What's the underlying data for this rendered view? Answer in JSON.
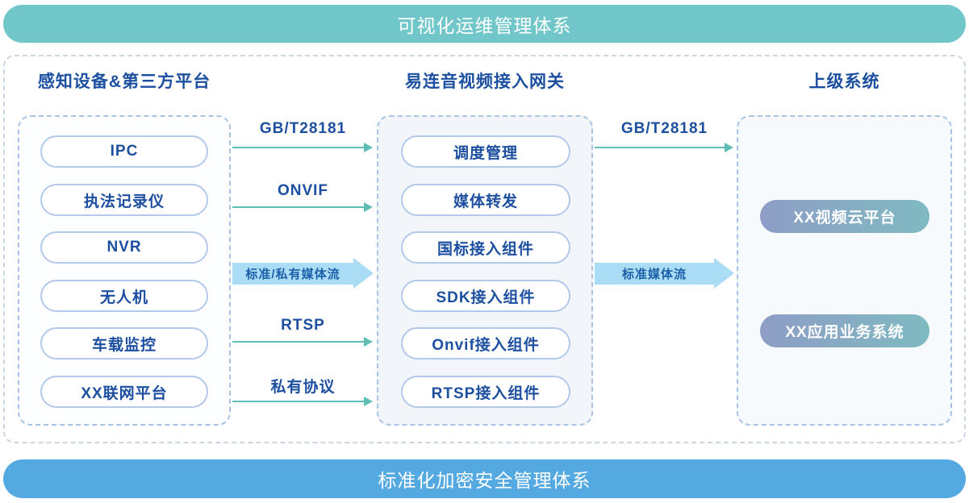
{
  "banners": {
    "top": "可视化运维管理体系",
    "bottom": "标准化加密安全管理体系"
  },
  "columns": [
    {
      "title": "感知设备&第三方平台",
      "items": [
        "IPC",
        "执法记录仪",
        "NVR",
        "无人机",
        "车载监控",
        "XX联网平台"
      ]
    },
    {
      "title": "易连音视频接入网关",
      "items": [
        "调度管理",
        "媒体转发",
        "国标接入组件",
        "SDK接入组件",
        "Onvif接入组件",
        "RTSP接入组件"
      ]
    },
    {
      "title": "上级系统",
      "items": [
        "XX视频云平台",
        "XX应用业务系统"
      ]
    }
  ],
  "arrows": {
    "left_to_middle": [
      {
        "label": "GB/T28181",
        "type": "line"
      },
      {
        "label": "ONVIF",
        "type": "line"
      },
      {
        "label": "标准/私有媒体流",
        "type": "block"
      },
      {
        "label": "RTSP",
        "type": "line"
      },
      {
        "label": "私有协议",
        "type": "line"
      }
    ],
    "middle_to_right": [
      {
        "label": "GB/T28181",
        "type": "line"
      },
      {
        "label": "标准媒体流",
        "type": "block"
      }
    ]
  },
  "colors": {
    "banner_top": "#70c6c8",
    "banner_bottom": "#55a9e1",
    "heading_text": "#1d4fa0",
    "pill_text": "#1d4fa0",
    "pill_border": "#b3c9ea",
    "box_border": "#a9c3e6",
    "frame_border": "#ccd7e6",
    "arrow_teal": "#5fbfb7",
    "block_arrow_fill": "#abdcf5",
    "block_arrow_text": "#1a5fa8",
    "gradient_pill_left": "#8e9dc6",
    "gradient_pill_right": "#7fbac1"
  }
}
